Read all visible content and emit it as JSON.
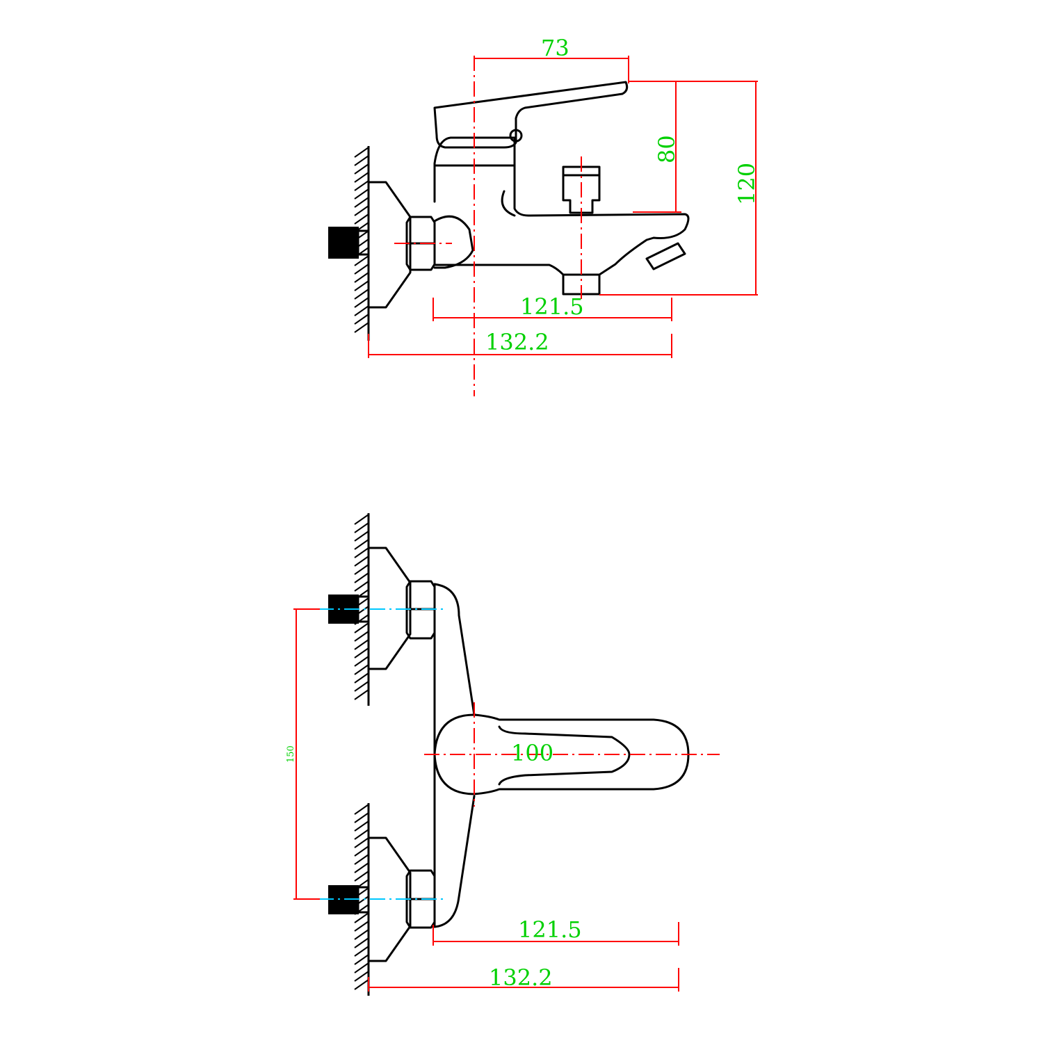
{
  "side_view": {
    "dims": {
      "handle_reach": "73",
      "handle_height": "80",
      "overall_height": "120",
      "spout_reach": "121.5",
      "overall_depth": "132.2"
    }
  },
  "top_view": {
    "dims": {
      "inlet_spacing": "150",
      "handle_length": "100",
      "spout_reach": "121.5",
      "overall_depth": "132.2"
    }
  }
}
